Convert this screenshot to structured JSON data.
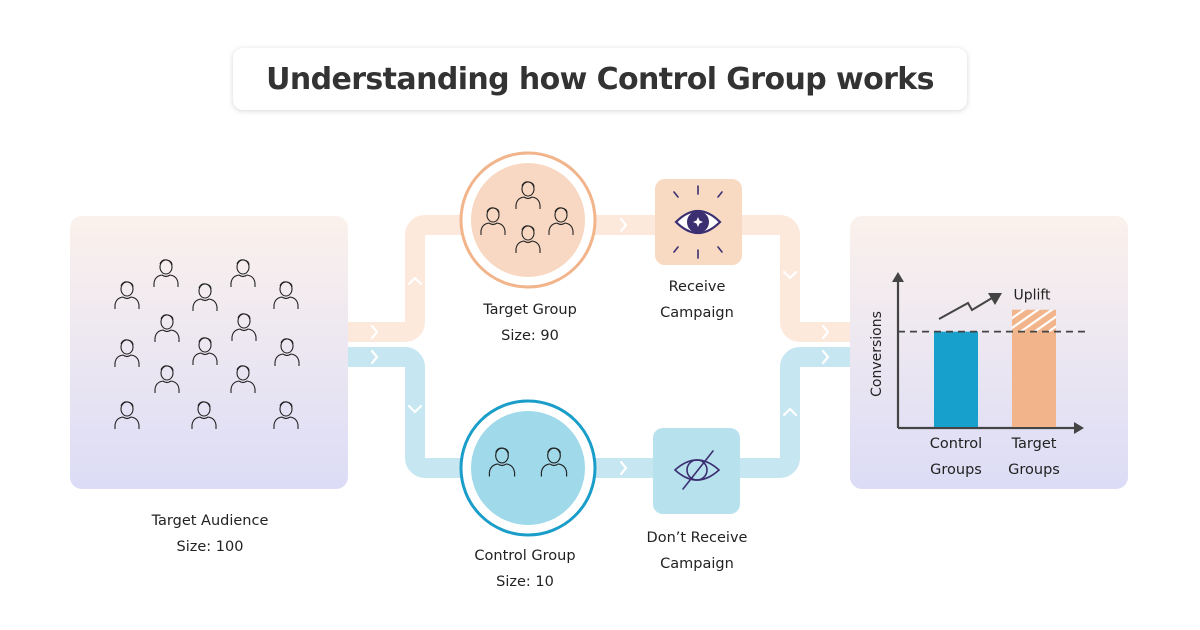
{
  "title": "Understanding how Control Group works",
  "colors": {
    "target_track": "#fde8dc",
    "control_track": "#c6e7f1",
    "target_ring": "#f2b48a",
    "target_fill": "#f8d8c2",
    "control_ring": "#1a9ec9",
    "control_fill": "#9fd9ea",
    "receive_box": "#f8d9c2",
    "dont_receive_box": "#b8e1ee",
    "eye_color": "#3b2f72",
    "control_bar": "#18a0cc",
    "target_bar": "#f2b48a",
    "axis": "#444444"
  },
  "audience": {
    "name": "Target Audience",
    "size_label": "Size: 100",
    "icon": "people-group-icon",
    "people_count": 15
  },
  "target_group": {
    "name": "Target Group",
    "size_label": "Size: 90",
    "icon": "people-group-icon",
    "people_count": 4
  },
  "control_group": {
    "name": "Control Group",
    "size_label": "Size: 10",
    "icon": "people-group-icon",
    "people_count": 2
  },
  "receive": {
    "line1": "Receive",
    "line2": "Campaign",
    "icon": "eye-icon"
  },
  "dont_receive": {
    "line1": "Don’t Receive",
    "line2": "Campaign",
    "icon": "eye-off-icon"
  },
  "chart_data": {
    "type": "bar",
    "ylabel": "Conversions",
    "categories": [
      "Control Groups",
      "Target Groups"
    ],
    "category_lines": [
      [
        "Control",
        "Groups"
      ],
      [
        "Target",
        "Groups"
      ]
    ],
    "baseline_fraction": 0.66,
    "values": [
      0.66,
      0.66
    ],
    "uplift": [
      0,
      0.25
    ],
    "uplift_label": "Uplift",
    "reference_line": "dashed at control level",
    "axis_ticks": false
  }
}
